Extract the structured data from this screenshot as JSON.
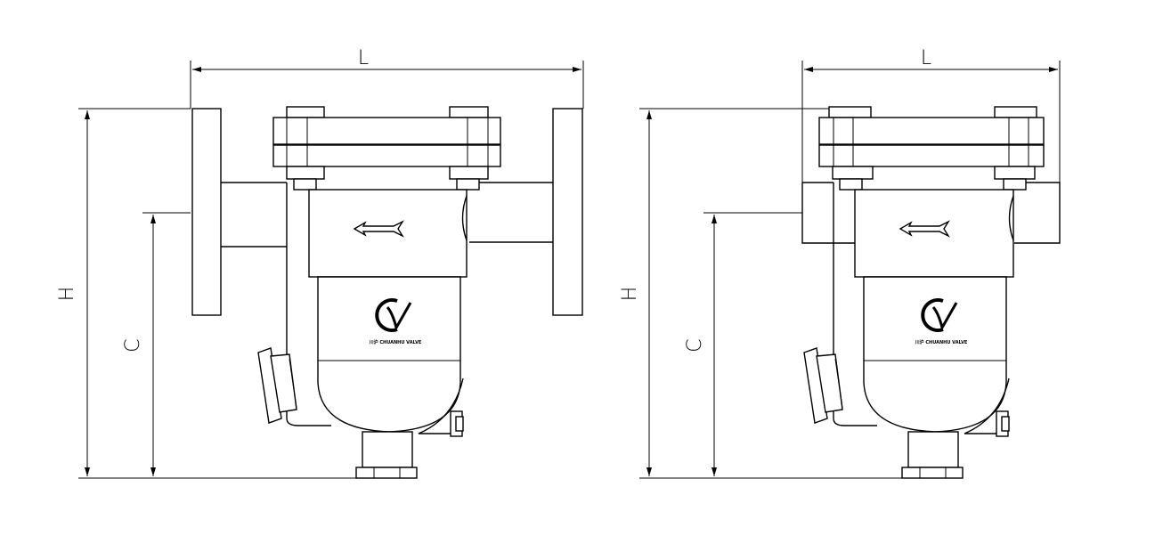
{
  "drawings": [
    {
      "name": "flanged-strainer",
      "dim_length_label": "L",
      "dim_height_label": "H",
      "dim_center_label": "C",
      "logo_text": "川沪 CHUANHU VALVE"
    },
    {
      "name": "socket-strainer",
      "dim_length_label": "L",
      "dim_height_label": "H",
      "dim_center_label": "C",
      "logo_text": "川沪 CHUANHU VALVE"
    }
  ]
}
